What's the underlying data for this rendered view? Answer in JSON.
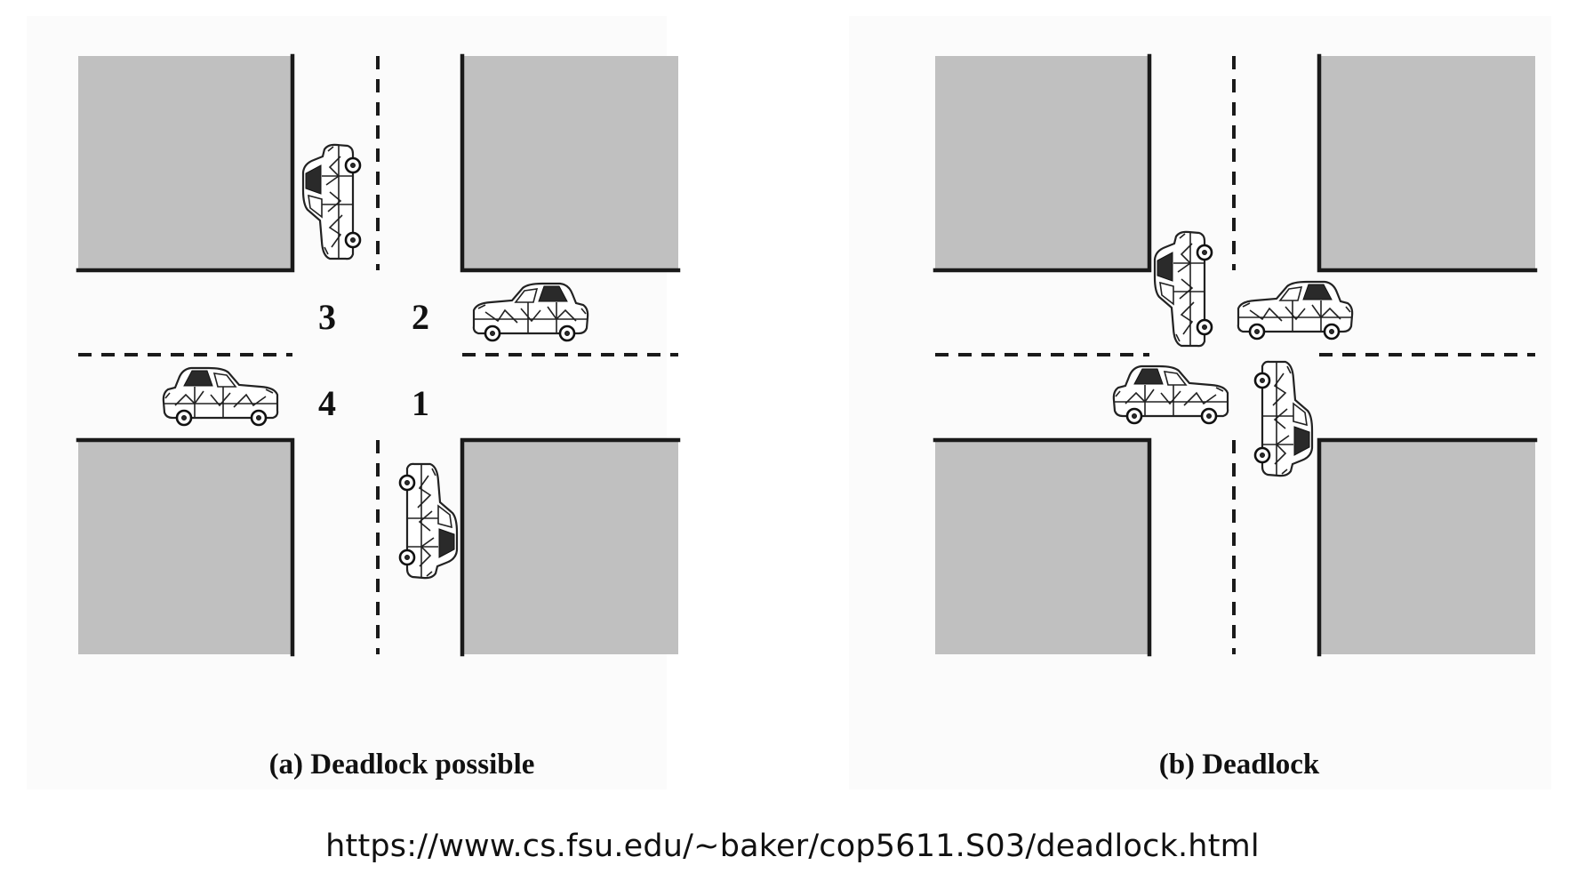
{
  "quadrant_labels": {
    "q1": "1",
    "q2": "2",
    "q3": "3",
    "q4": "4"
  },
  "captions": {
    "a": "(a) Deadlock possible",
    "b": "(b) Deadlock"
  },
  "source_url": "https://www.cs.fsu.edu/~baker/cop5611.S03/deadlock.html",
  "colors": {
    "block": "#c0c0c0",
    "road": "#ffffff",
    "line": "#1a1a1a"
  },
  "icons": {
    "car": "car-icon"
  }
}
